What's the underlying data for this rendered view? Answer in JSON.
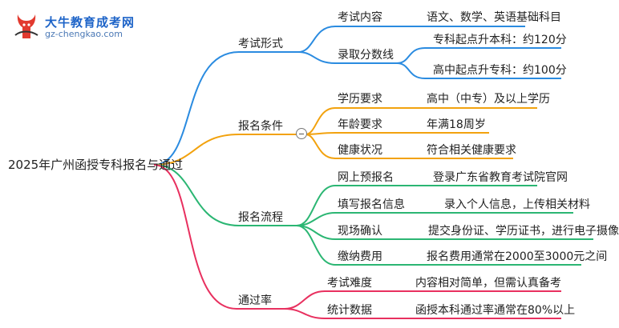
{
  "logo": {
    "title": "大牛教育成考网",
    "url": "gz-chengkao.com"
  },
  "mindmap": {
    "root": "2025年广州函授专科报名与通过",
    "branches": [
      {
        "label": "考试形式",
        "color": "#2a8be0",
        "items": [
          {
            "label": "考试内容",
            "detail": "语文、数学、英语基础科目"
          },
          {
            "label": "录取分数线",
            "details": [
              "专科起点升本科：约120分",
              "高中起点升专科：约100分"
            ]
          }
        ]
      },
      {
        "label": "报名条件",
        "color": "#f2a20e",
        "items": [
          {
            "label": "学历要求",
            "detail": "高中（中专）及以上学历"
          },
          {
            "label": "年龄要求",
            "detail": "年满18周岁"
          },
          {
            "label": "健康状况",
            "detail": "符合相关健康要求"
          }
        ]
      },
      {
        "label": "报名流程",
        "color": "#2bb673",
        "items": [
          {
            "label": "网上预报名",
            "detail": "登录广东省教育考试院官网"
          },
          {
            "label": "填写报名信息",
            "detail": "录入个人信息，上传相关材料"
          },
          {
            "label": "现场确认",
            "detail": "提交身份证、学历证书，进行电子摄像"
          },
          {
            "label": "缴纳费用",
            "detail": "报名费用通常在2000至3000元之间"
          }
        ]
      },
      {
        "label": "通过率",
        "color": "#e8305f",
        "items": [
          {
            "label": "考试难度",
            "detail": "内容相对简单，但需认真备考"
          },
          {
            "label": "统计数据",
            "detail": "函授本科通过率通常在80%以上"
          }
        ]
      }
    ]
  }
}
